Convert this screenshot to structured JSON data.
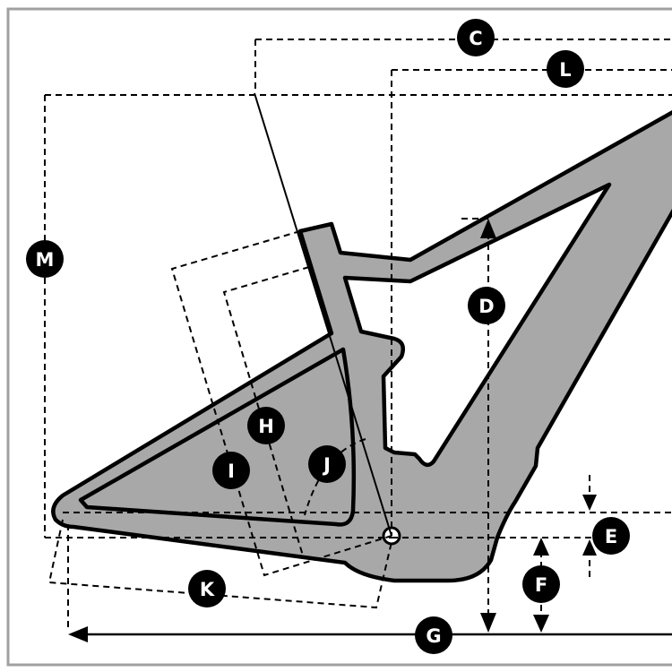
{
  "colors": {
    "frame_fill": "#a8a8a8",
    "frame_stroke": "#000000",
    "border": "#a0a0a0",
    "badge_fill": "#000000",
    "badge_text": "#ffffff"
  },
  "labels": {
    "c": "C",
    "l": "L",
    "m": "M",
    "d": "D",
    "h": "H",
    "i": "I",
    "j": "J",
    "e": "E",
    "f": "F",
    "k": "K",
    "g": "G"
  }
}
